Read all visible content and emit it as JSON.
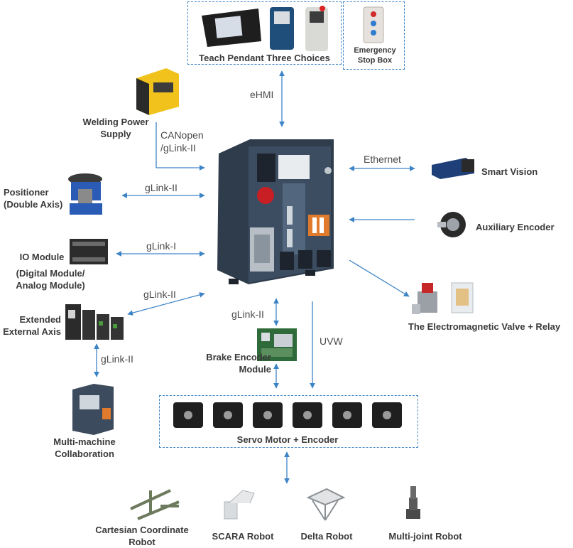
{
  "nodes": {
    "teach_pendant": "Teach Pendant Three Choices",
    "emergency_stop": "Emergency Stop Box",
    "welding_power": "Welding Power Supply",
    "positioner": "Positioner (Double Axis)",
    "io_module": "IO Module",
    "io_module_sub": "(Digital Module/ Analog Module)",
    "extended_axis": "Extended External Axis",
    "multi_machine": "Multi-machine Collaboration",
    "smart_vision": "Smart Vision",
    "aux_encoder": "Auxiliary Encoder",
    "valve_relay": "The Electromagnetic Valve + Relay",
    "brake_encoder": "Brake Encoder Module",
    "servo_motor": "Servo Motor + Encoder",
    "cartesian": "Cartesian Coordinate Robot",
    "scara": "SCARA Robot",
    "delta": "Delta Robot",
    "multi_joint": "Multi-joint Robot"
  },
  "edges": {
    "ehmi": "eHMI",
    "canopen": "CANopen",
    "canopen_glink": "/gLink-II",
    "positioner_link": "gLink-II",
    "io_link": "gLink-I",
    "axis_link": "gLink-II",
    "axis_collab_link": "gLink-II",
    "brake_link": "gLink-II",
    "uvw": "UVW",
    "ethernet": "Ethernet"
  },
  "colors": {
    "arrow": "#3d84c6",
    "cabinet": "#3a4a5c",
    "text": "#3a3a3a"
  }
}
